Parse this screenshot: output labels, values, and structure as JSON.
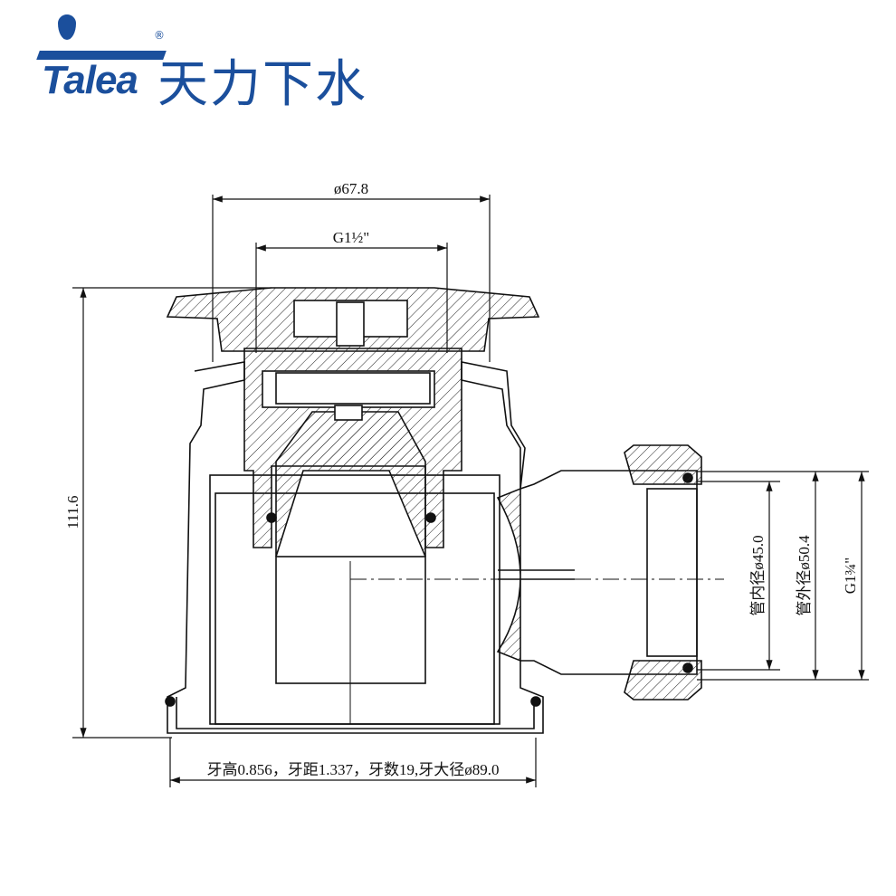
{
  "logo": {
    "brand": "Talea",
    "chinese_name": "天力下水",
    "registered_mark": "®",
    "color": "#1b4f9c"
  },
  "dimensions": {
    "top_outer_diameter": "ø67.8",
    "top_thread": "G1½\"",
    "height": "111.6",
    "bottom_thread_note": "牙高0.856，牙距1.337，牙数19,牙大径ø89.0",
    "pipe_inner_diameter": "管内径ø45.0",
    "pipe_outer_diameter": "管外径ø50.4",
    "outlet_thread": "G1¾\""
  }
}
